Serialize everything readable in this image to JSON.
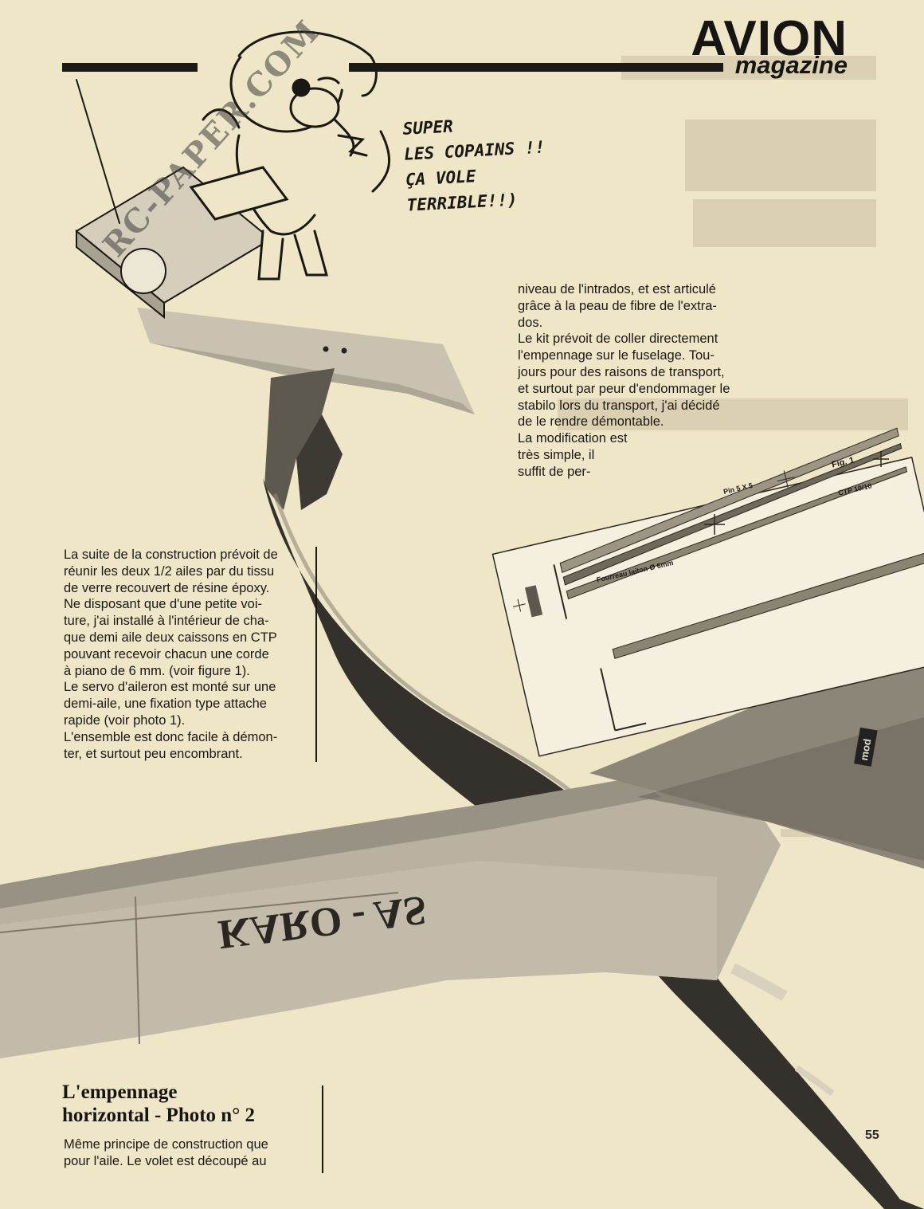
{
  "masthead": {
    "brand": "AVION",
    "sub": "magazine"
  },
  "cartoon": {
    "speech_lines": [
      "SUPER",
      "LES COPAINS !!",
      "ÇA VOLE",
      "TERRIBLE!!)"
    ],
    "watermark": "RC-PAPER.COM"
  },
  "article": {
    "right_column": [
      "niveau de l'intrados, et est articulé",
      "grâce à la peau de fibre de l'extra-",
      "dos.",
      "Le kit prévoit de coller directement",
      "l'empennage sur le fuselage. Tou-",
      "jours pour des raisons de transport,",
      "et surtout par peur d'endommager le",
      "stabilo lors du transport, j'ai décidé",
      "de le rendre démontable.",
      "La modification est",
      "très simple, il",
      "suffit de per-"
    ],
    "left_column": [
      "La suite de la construction prévoit de",
      "réunir les deux 1/2 ailes par du tissu",
      "de verre recouvert de résine époxy.",
      "Ne disposant que d'une petite voi-",
      "ture, j'ai installé à l'intérieur de cha-",
      "que demi aile deux caissons en CTP",
      "pouvant recevoir chacun une corde",
      "à piano de 6 mm. (voir figure 1).",
      "Le servo d'aileron est monté sur une",
      "demi-aile, une fixation type attache",
      "rapide (voir photo 1).",
      "L'ensemble est donc facile à démon-",
      "ter, et surtout peu encombrant."
    ],
    "section_title_lines": [
      "L'empennage",
      "horizontal - Photo n° 2"
    ],
    "section_body": [
      "Même principe de construction que",
      "pour l'aile. Le volet est découpé au"
    ]
  },
  "figure": {
    "label": "Fig. 1",
    "pin_label": "Pin 5 X 5",
    "tube_label": "Fourreau laiton Ø 6mm",
    "ctp_label": "CTP 10/10"
  },
  "photo": {
    "wing_text": "KARO - AS",
    "fin_badge": "mod"
  },
  "page_number": "55"
}
